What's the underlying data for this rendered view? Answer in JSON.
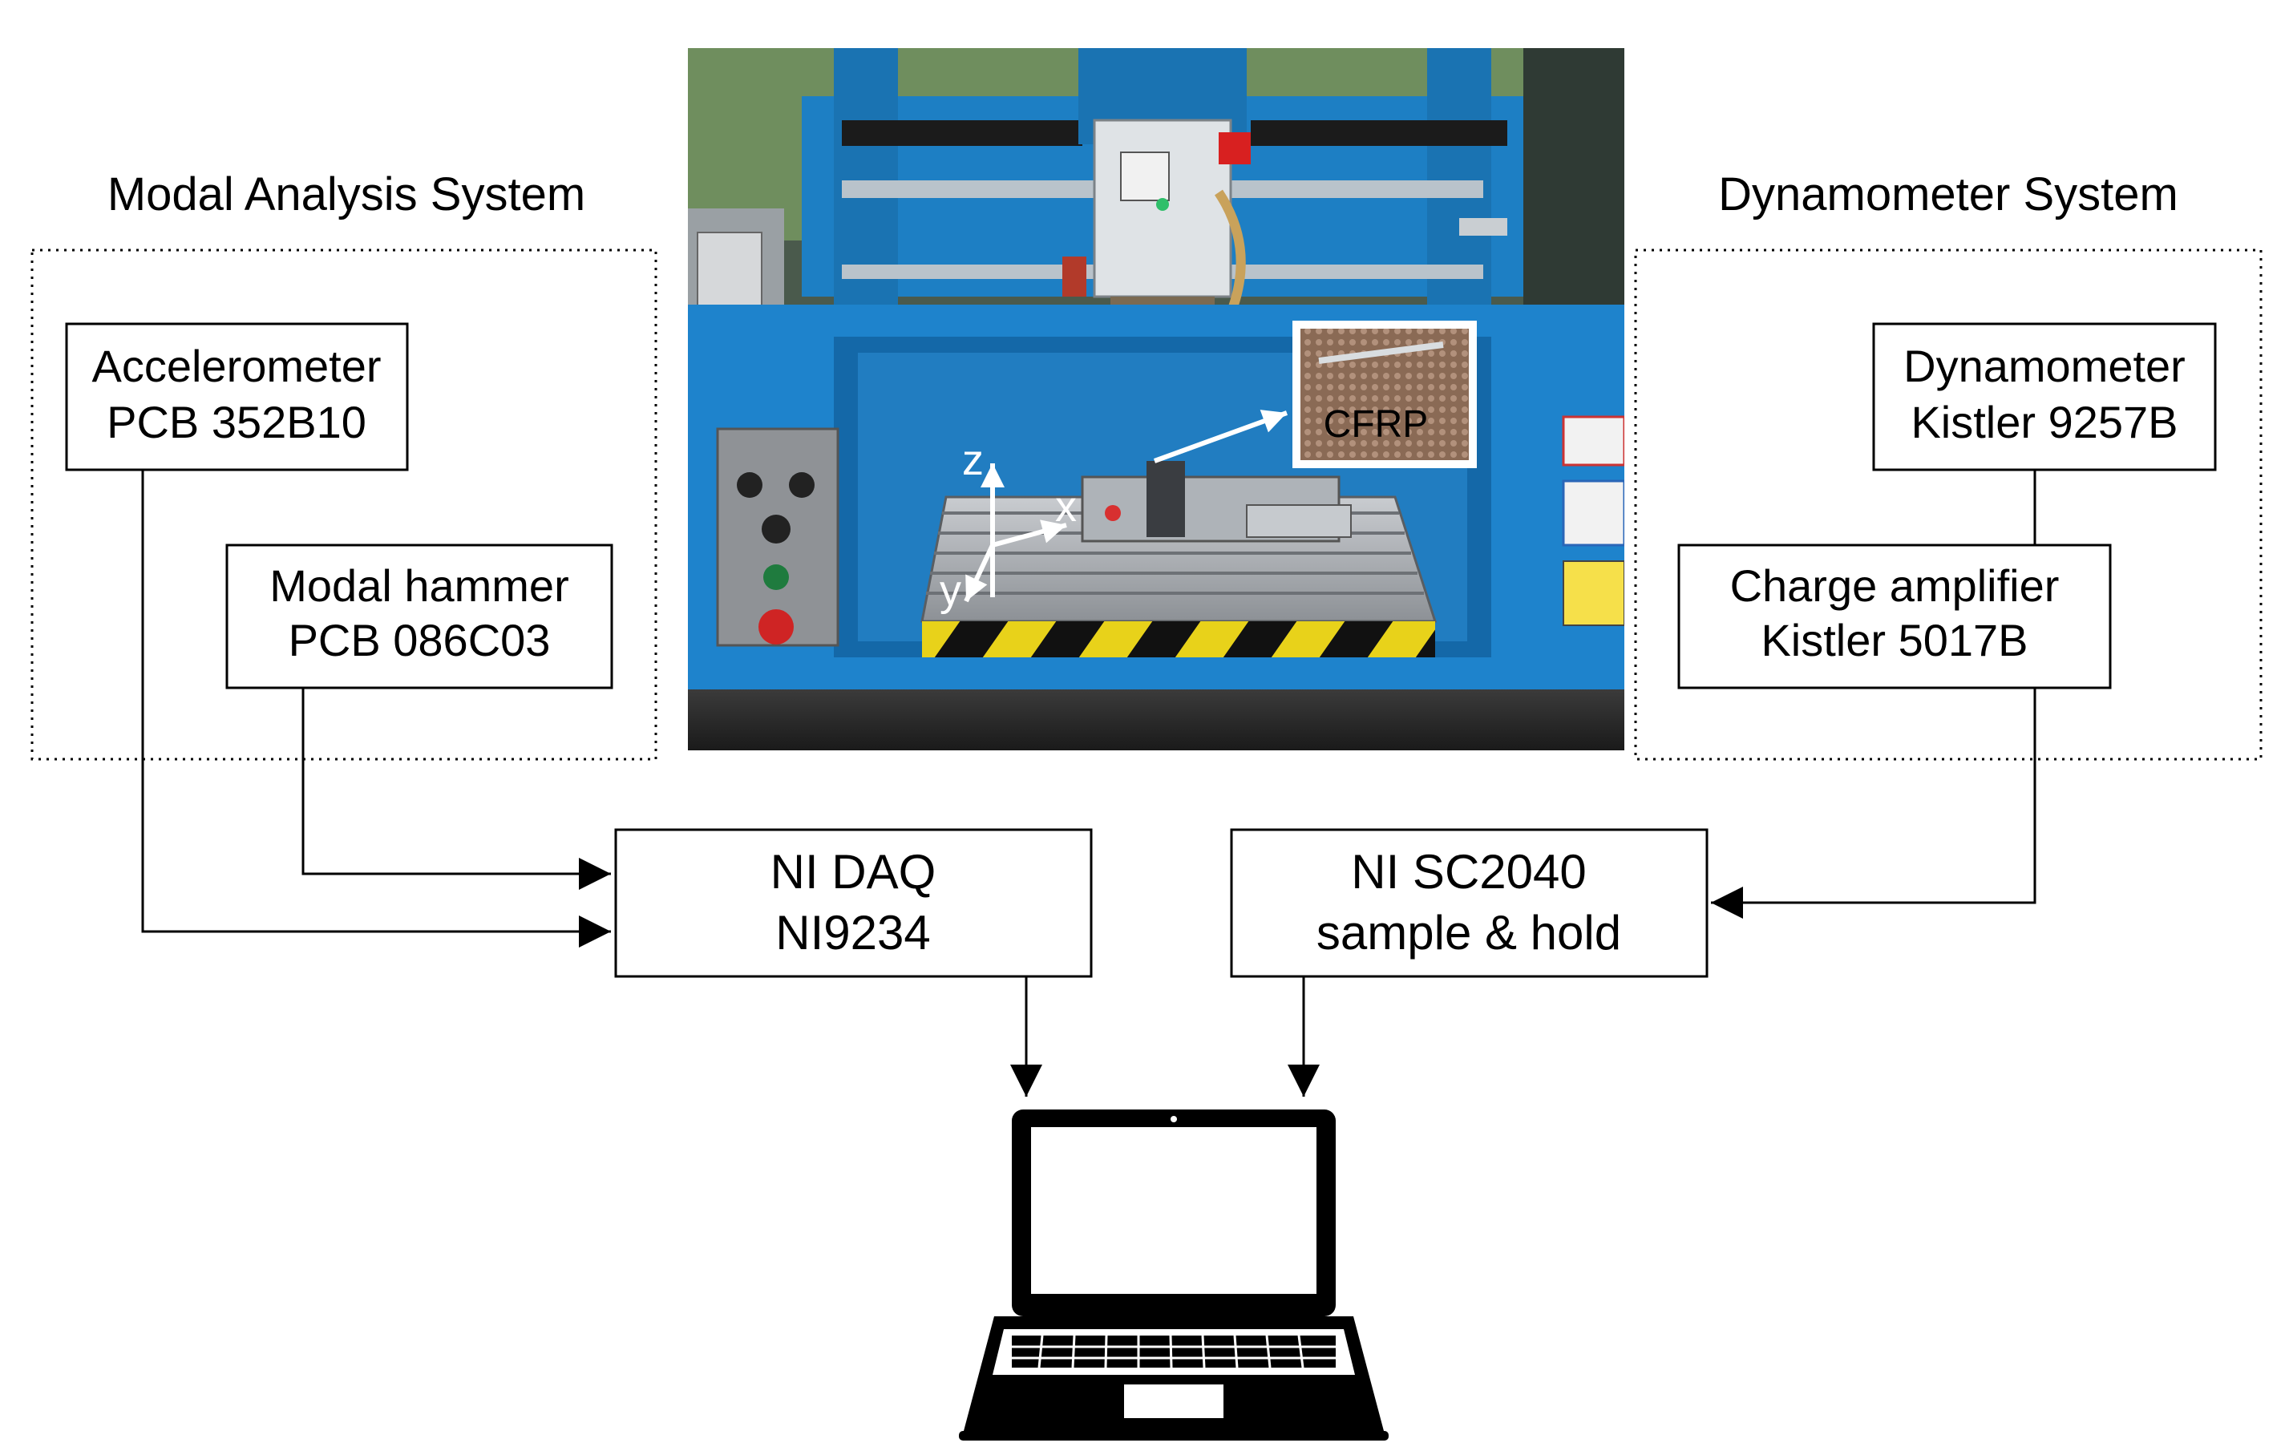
{
  "groups": {
    "modal": {
      "title": "Modal Analysis System"
    },
    "dyno": {
      "title": "Dynamometer System"
    }
  },
  "boxes": {
    "accelerometer": {
      "line1": "Accelerometer",
      "line2": "PCB 352B10"
    },
    "hammer": {
      "line1": "Modal hammer",
      "line2": "PCB 086C03"
    },
    "dynamometer": {
      "line1": "Dynamometer",
      "line2": "Kistler 9257B"
    },
    "amplifier": {
      "line1": "Charge amplifier",
      "line2": "Kistler 5017B"
    },
    "daq": {
      "line1": "NI DAQ",
      "line2": "NI9234"
    },
    "sc2040": {
      "line1": "NI SC2040",
      "line2": "sample & hold"
    }
  },
  "photo": {
    "inset_label": "CFRP",
    "axis_z": "z",
    "axis_x": "x",
    "axis_y": "y"
  },
  "colors": {
    "machine_blue": "#1d7fc4",
    "line": "#000000"
  },
  "icons": {
    "computer": "laptop-icon"
  }
}
